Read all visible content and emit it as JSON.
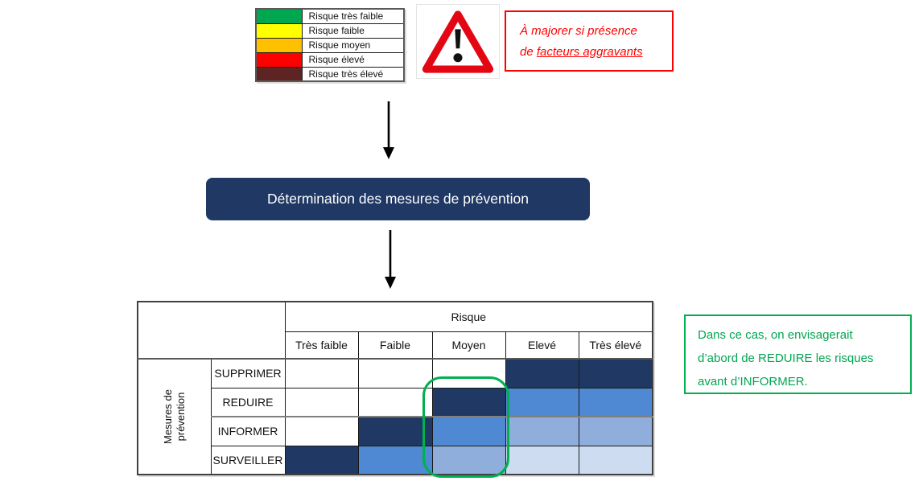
{
  "legend": {
    "items": [
      {
        "label": "Risque très faible",
        "color": "#00A650"
      },
      {
        "label": "Risque faible",
        "color": "#FFFF00"
      },
      {
        "label": "Risque moyen",
        "color": "#FFC000"
      },
      {
        "label": "Risque élevé",
        "color": "#FF0000"
      },
      {
        "label": "Risque très élevé",
        "color": "#5E2423"
      }
    ]
  },
  "warning_note": {
    "line1": "À majorer si présence",
    "line2_prefix": "de ",
    "line2_underlined": "facteurs aggravants",
    "color": "#FF0000"
  },
  "warning_icon": {
    "name": "warning-triangle",
    "triangle_color": "#E30613",
    "glyph_color": "#111111"
  },
  "flow": {
    "box_label": "Détermination des mesures de prévention",
    "box_color": "#1F3864",
    "arrow_color": "#000000"
  },
  "matrix": {
    "col_group_label": "Risque",
    "row_group_label_line1": "Mesures de",
    "row_group_label_line2": "prévention",
    "columns": [
      "Très faible",
      "Faible",
      "Moyen",
      "Elevé",
      "Très élevé"
    ],
    "rows": [
      {
        "label": "SUPPRIMER",
        "cells": [
          "none",
          "none",
          "none",
          "dark",
          "dark"
        ]
      },
      {
        "label": "REDUIRE",
        "cells": [
          "none",
          "none",
          "dark",
          "medium",
          "medium"
        ]
      },
      {
        "label": "INFORMER",
        "cells": [
          "none",
          "dark",
          "medium",
          "light",
          "light"
        ]
      },
      {
        "label": "SURVEILLER",
        "cells": [
          "dark",
          "medium",
          "light",
          "lightest",
          "lightest"
        ]
      }
    ],
    "cell_colors": {
      "none": "#FFFFFF",
      "dark": "#1F3864",
      "medium": "#5089D3",
      "light": "#8FAEDC",
      "lightest": "#CEDCF1"
    },
    "highlight": {
      "column": "Moyen",
      "color": "#00B050"
    }
  },
  "annotation": {
    "line1": "Dans ce cas, on envisagerait",
    "line2": "d’abord de REDUIRE les risques",
    "line3": "avant d’INFORMER.",
    "text_color": "#00A651",
    "border_color": "#00B050"
  }
}
